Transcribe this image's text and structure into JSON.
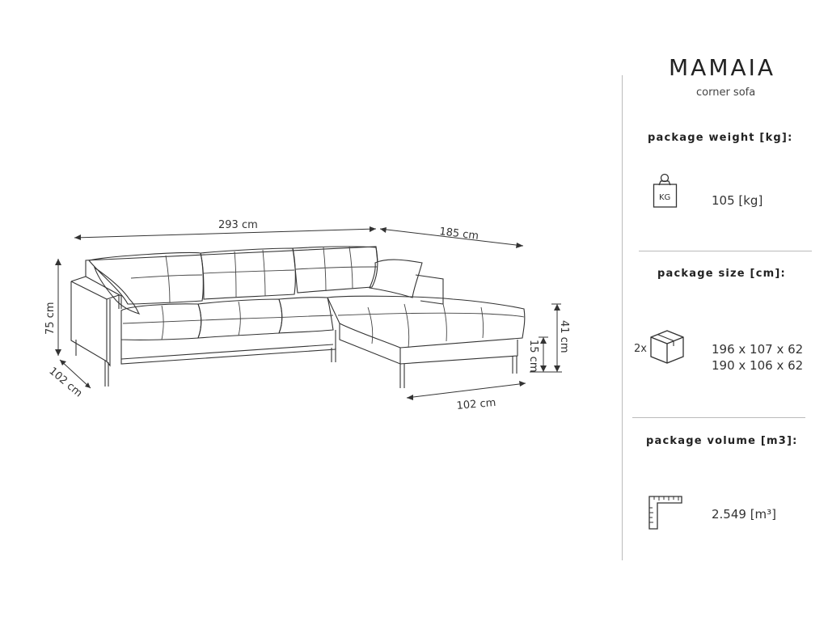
{
  "product": {
    "name": "MAMAIA",
    "subtitle": "corner sofa"
  },
  "dimensions": {
    "width": "293 cm",
    "chaise_length": "185 cm",
    "height": "75 cm",
    "depth": "102 cm",
    "chaise_depth": "102 cm",
    "seat_height": "41 cm",
    "leg_height": "15 cm"
  },
  "specs": {
    "weight": {
      "heading": "package weight [kg]:",
      "icon_label": "KG",
      "value": "105 [kg]"
    },
    "size": {
      "heading": "package size [cm]:",
      "multiplier": "2x",
      "values": [
        "196 x 107 x 62",
        "190 x 106 x 62"
      ]
    },
    "volume": {
      "heading": "package volume [m3]:",
      "value": "2.549 [m³]"
    }
  },
  "icons": {
    "weight": "weight-kg-icon",
    "box": "box-icon",
    "volume": "ruler-corner-icon"
  }
}
